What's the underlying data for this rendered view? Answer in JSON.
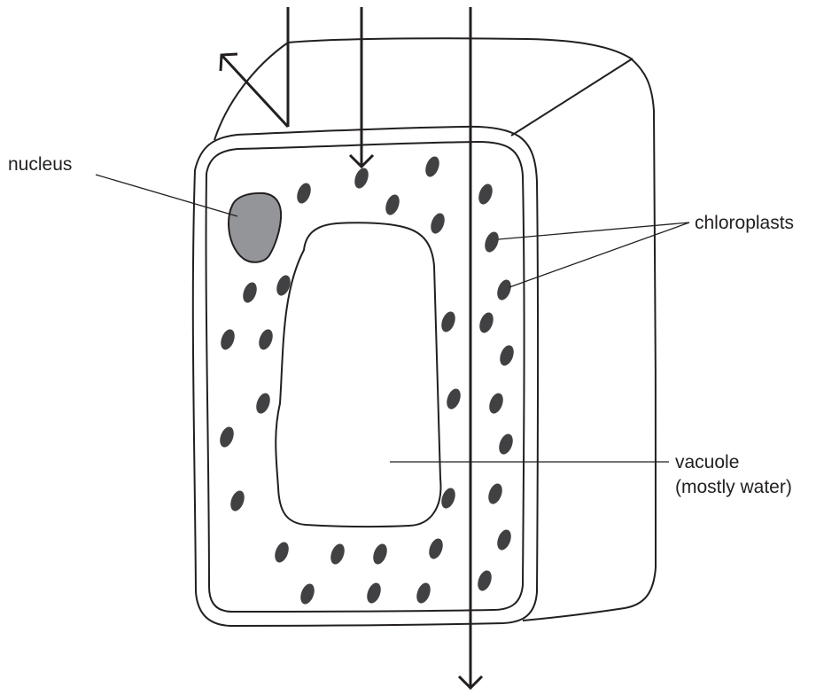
{
  "labels": {
    "nucleus": "nucleus",
    "chloroplasts": "chloroplasts",
    "vacuole_line1": "vacuole",
    "vacuole_line2": "(mostly water)"
  },
  "colors": {
    "ink": "#231f20",
    "nucleus_fill": "#939598",
    "chloroplast_fill": "#414042"
  }
}
